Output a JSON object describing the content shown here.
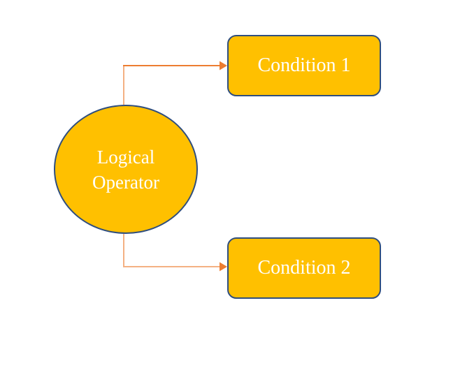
{
  "diagram": {
    "background_color": "#FFFFFF",
    "colors": {
      "shape_fill": "#FFC000",
      "shape_border": "#2F4E7E",
      "connector_dark": "#ED7D31",
      "connector_light": "#F4B183",
      "label_text": "#FFFFFF"
    },
    "nodes": {
      "logical_operator": {
        "shape": "circle",
        "label_line1": "Logical",
        "label_line2": "Operator"
      },
      "condition_1": {
        "shape": "rounded-rectangle",
        "label": "Condition 1"
      },
      "condition_2": {
        "shape": "rounded-rectangle",
        "label": "Condition 2"
      }
    },
    "connectors": [
      {
        "from": "logical_operator",
        "to": "condition_1",
        "style": "elbow-arrow"
      },
      {
        "from": "logical_operator",
        "to": "condition_2",
        "style": "elbow-arrow"
      }
    ]
  }
}
